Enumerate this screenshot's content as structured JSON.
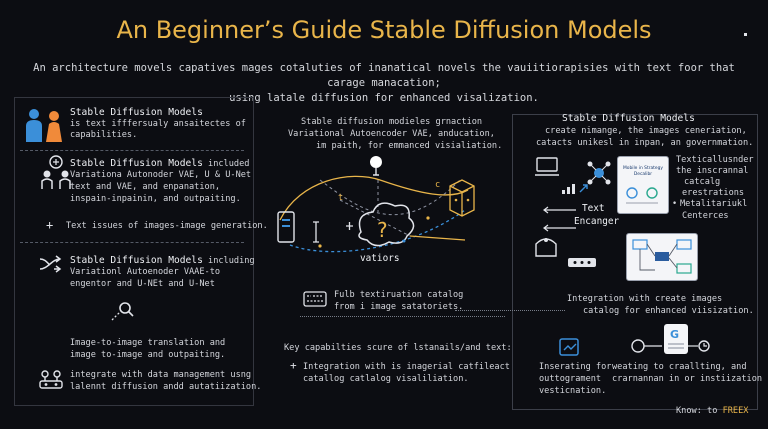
{
  "title": "An Beginner’s Guide Stable Diffusion Models",
  "subtitle": [
    "An architecture movels capatives mages cotaluties of inanatical novels the vauiitiorapisies with text foor that carage manacation;",
    "using latale diffusion for enhanced visalization."
  ],
  "left": {
    "s1": {
      "heading": "Stable Diffusion  Models",
      "lines": [
        "is text ifffersualy ansaitectes of",
        "capabilities."
      ]
    },
    "s2": {
      "heading": "Stable Diffusion Models",
      "heading_suffix": " included",
      "lines": [
        "Variationa Autonoder VAE, U & U-Net",
        "text and VAE, and enpanation,",
        "inspain-inpainin, and outpaiting."
      ]
    },
    "s2_bullet": "Text issues of images-image generation.",
    "s3": {
      "heading": "Stable Diffusion Models",
      "heading_suffix": " including",
      "lines": [
        "Variationl Autoenoder  VAAE-to",
        "engentor and U-NEt and U-Net"
      ]
    },
    "s3b": {
      "lines": [
        "Image-to-image translation and",
        "image to-image and outpaiting."
      ]
    },
    "s4": {
      "lines": [
        "integrate with data management usng",
        "lalennt diffusion andd autatiization."
      ]
    }
  },
  "center": {
    "top_lines": [
      "Stable diffusion modieles grnaction",
      "Variational Autoencoder VAE, anducation,",
      "im paith, for emmanced visialiation."
    ],
    "vae_label": "vatiors",
    "catalog_lines": [
      "Fulb textiruation catalog",
      "from i image satatoriets."
    ],
    "caps_heading": "Key capabilties scure of lstanails/and text:",
    "caps_lines": [
      "Integration with is inagerial catfileact",
      "catallog catlalog visaliliation."
    ],
    "small_t": "t",
    "small_c": "c"
  },
  "right": {
    "heading": "Stable Diffusion Models",
    "lines": [
      "create nimange, the images ceneriation,",
      "catacts unikesl in inpan, an governmation."
    ],
    "side_lines": [
      "Texticallusnder",
      "the inscrannal",
      "catcalg",
      "erestrations",
      "Metalitariukl",
      "Centerces"
    ],
    "side_bullet": "•",
    "card_title": "Mobile in Strategy Decalibr",
    "encoder": [
      "Text",
      "Encanger"
    ],
    "integration": [
      "Integration  with create images",
      "catalog for enhanced viisization."
    ],
    "bottom_left": [
      "Inserating for",
      "outtograment",
      "vesticnation."
    ],
    "bottom_right": [
      "weating to craallting, and",
      "crarnannan in or instiization"
    ]
  },
  "footer": {
    "prefix": "Know: to ",
    "brand": "FREEX"
  },
  "colors": {
    "accent": "#e9b54a",
    "blue": "#3b8fd9",
    "line": "#e2e4ea"
  }
}
